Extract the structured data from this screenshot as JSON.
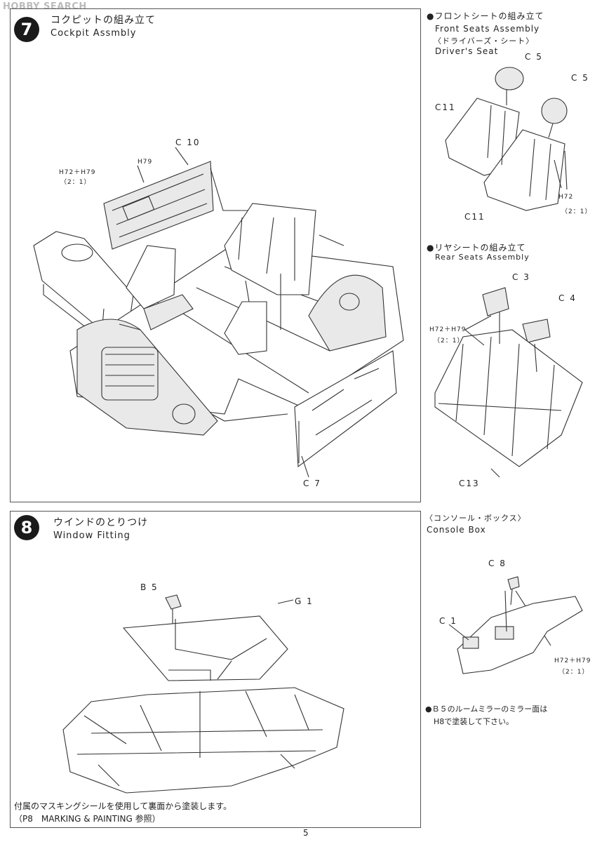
{
  "watermark": "HOBBY SEARCH",
  "step7": {
    "number": "7",
    "title_jp": "コクピットの組み立て",
    "title_en": "Cockpit Assmbly",
    "labels": {
      "c10": "C 10",
      "c7": "C 7",
      "h79": "H79",
      "h72h79": "H72＋H79",
      "ratio": "（2：1）"
    }
  },
  "front_seats": {
    "title_jp": "●フロントシートの組み立て",
    "title_en": "Front Seats Assembly",
    "sub_jp": "〈ドライバーズ・シート〉",
    "sub_en": "Driver's Seat",
    "labels": {
      "c5a": "C 5",
      "c5b": "C 5",
      "c11a": "C11",
      "c11b": "C11",
      "h72": "H72",
      "ratio": "（2：1）"
    }
  },
  "rear_seats": {
    "title_jp": "●リヤシートの組み立て",
    "title_en": "Rear Seats Assembly",
    "labels": {
      "c3": "C 3",
      "c4": "C 4",
      "c13": "C13",
      "h72h79": "H72＋H79",
      "ratio": "（2：1）"
    }
  },
  "step8": {
    "number": "8",
    "title_jp": "ウインドのとりつけ",
    "title_en": "Window Fitting",
    "labels": {
      "b5": "B 5",
      "g1": "G 1"
    },
    "note_jp": "付属のマスキングシールを使用して裏面から塗装します。",
    "note_ref": "（P8　MARKING & PAINTING 参照）"
  },
  "console_box": {
    "title_jp": "〈コンソール・ボックス〉",
    "title_en": "Console Box",
    "labels": {
      "c8": "C 8",
      "c1": "C 1",
      "h72h79": "H72＋H79",
      "ratio": "（2：1）"
    },
    "note_line1": "●Ｂ５のルームミラーのミラー面は",
    "note_line2": "H8で塗装して下さい。"
  },
  "page_number": "5"
}
